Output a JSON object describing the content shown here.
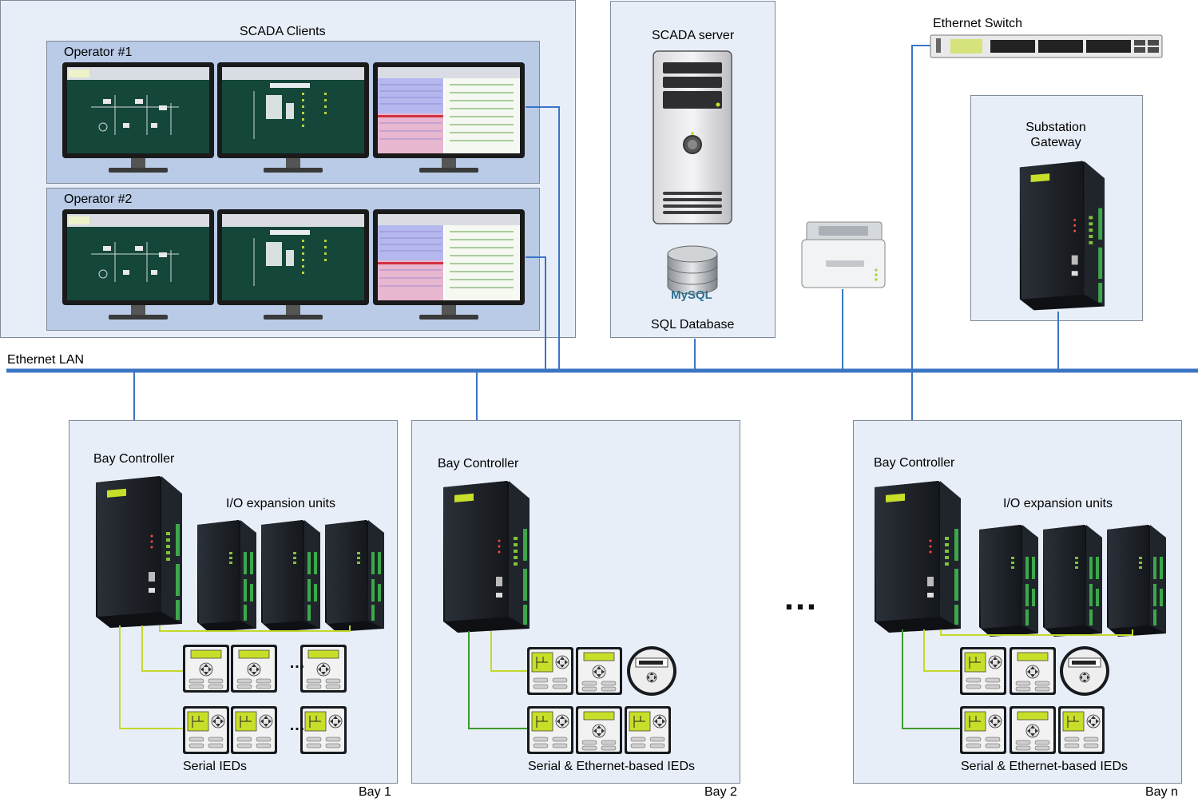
{
  "labels": {
    "scada_clients": "SCADA Clients",
    "operator_1": "Operator #1",
    "operator_2": "Operator #2",
    "scada_server": "SCADA server",
    "sql_database": "SQL Database",
    "mysql_logo": "MySQL",
    "ethernet_switch": "Ethernet Switch",
    "substation_gateway_line1": "Substation",
    "substation_gateway_line2": "Gateway",
    "ethernet_lan": "Ethernet LAN",
    "ellipsis": "…"
  },
  "bays": [
    {
      "name": "Bay 1",
      "controller": "Bay Controller",
      "expansion": "I/O expansion units",
      "ieds": "Serial IEDs",
      "dots": "…"
    },
    {
      "name": "Bay 2",
      "controller": "Bay Controller",
      "expansion": "",
      "ieds": "Serial & Ethernet-based IEDs"
    },
    {
      "name": "Bay n",
      "controller": "Bay Controller",
      "expansion": "I/O expansion units",
      "ieds": "Serial & Ethernet-based IEDs"
    }
  ],
  "colors": {
    "panel_bg": "#e8eef8",
    "operator_bg": "#b9cbe6",
    "lan_blue": "#3b75c4",
    "serial_link": "#c3d82b",
    "ethernet_link": "#3c9a2d",
    "device_dark": "#1d2127",
    "lcd": "#c8df2a"
  }
}
